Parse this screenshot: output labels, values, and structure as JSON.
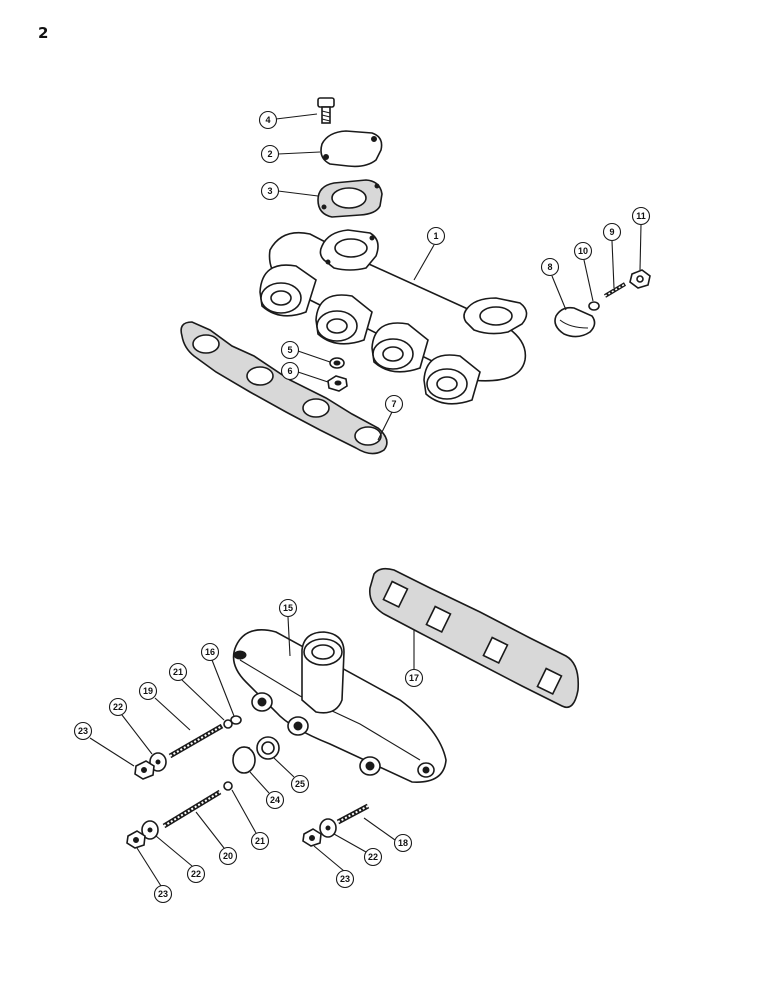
{
  "page": {
    "number": "2"
  },
  "callouts": [
    {
      "id": "c4",
      "label": "4"
    },
    {
      "id": "c2",
      "label": "2"
    },
    {
      "id": "c3",
      "label": "3"
    },
    {
      "id": "c1",
      "label": "1"
    },
    {
      "id": "c8",
      "label": "8"
    },
    {
      "id": "c10",
      "label": "10"
    },
    {
      "id": "c9",
      "label": "9"
    },
    {
      "id": "c11",
      "label": "11"
    },
    {
      "id": "c5",
      "label": "5"
    },
    {
      "id": "c6",
      "label": "6"
    },
    {
      "id": "c7",
      "label": "7"
    },
    {
      "id": "c15",
      "label": "15"
    },
    {
      "id": "c16",
      "label": "16"
    },
    {
      "id": "c21a",
      "label": "21"
    },
    {
      "id": "c19",
      "label": "19"
    },
    {
      "id": "c22a",
      "label": "22"
    },
    {
      "id": "c23a",
      "label": "23"
    },
    {
      "id": "c17",
      "label": "17"
    },
    {
      "id": "c24",
      "label": "24"
    },
    {
      "id": "c25",
      "label": "25"
    },
    {
      "id": "c21b",
      "label": "21"
    },
    {
      "id": "c20",
      "label": "20"
    },
    {
      "id": "c22b",
      "label": "22"
    },
    {
      "id": "c23b",
      "label": "23"
    },
    {
      "id": "c18",
      "label": "18"
    },
    {
      "id": "c22c",
      "label": "22"
    },
    {
      "id": "c23c",
      "label": "23"
    }
  ]
}
